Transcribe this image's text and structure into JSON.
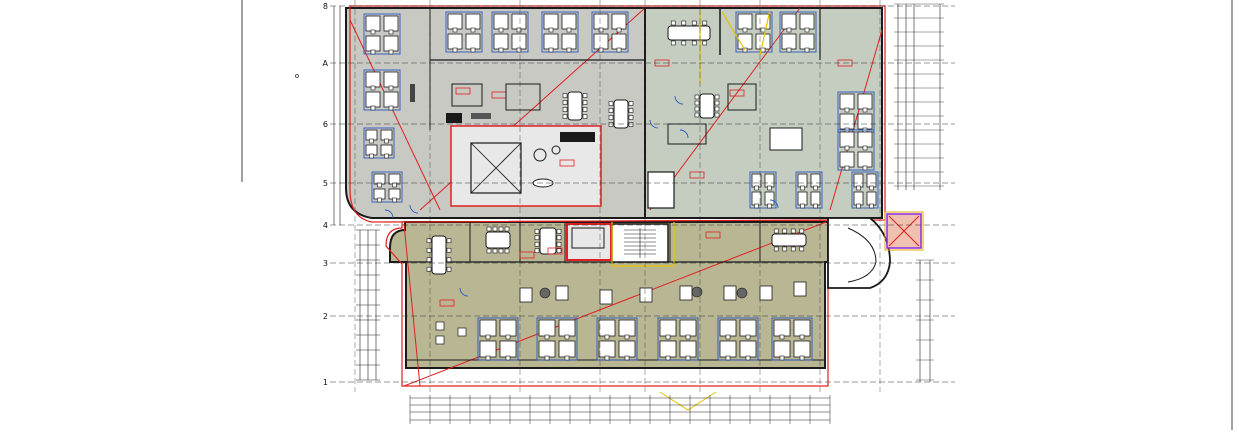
{
  "plan": {
    "grid_rows": [
      "8",
      "A",
      "6",
      "5",
      "4",
      "3",
      "2",
      "1"
    ],
    "colors": {
      "background": "#ffffff",
      "grey_zone": "#c9c9c4",
      "green_zone": "#c4cdbf",
      "olive_zone": "#b9b694",
      "boundary": "#e02020",
      "wall": "#1a1a1a",
      "furniture_blue": "#2b59c3",
      "yellow_line": "#e6c200",
      "purple_frame": "#8a2be2",
      "grid": "#333333"
    }
  }
}
